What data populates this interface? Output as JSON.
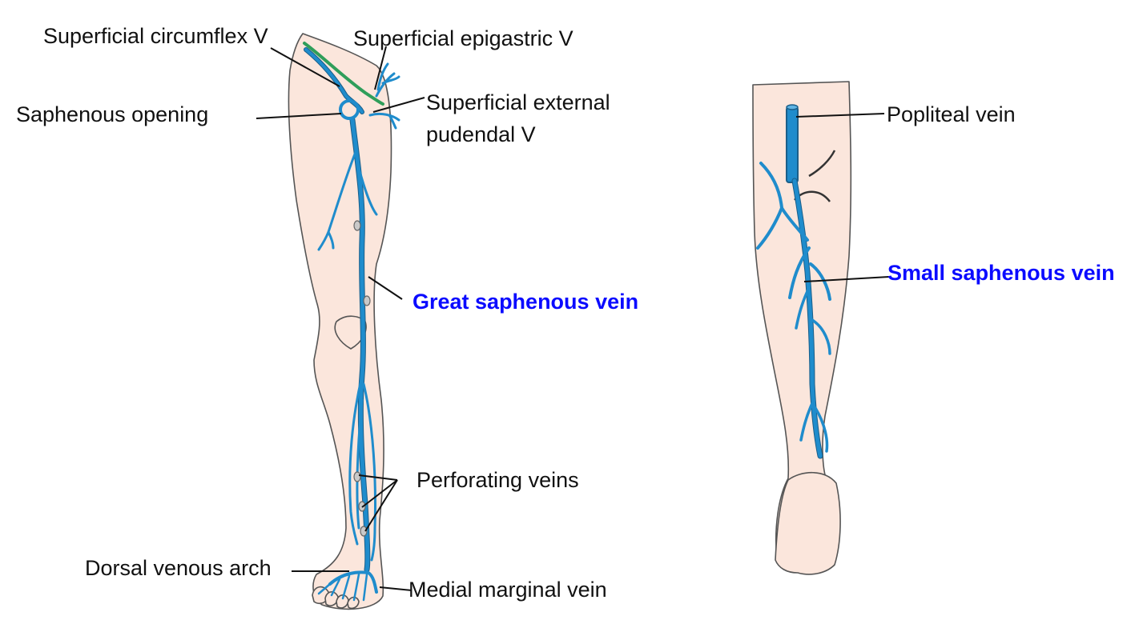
{
  "colors": {
    "vein": "#1f8ccc",
    "vein_outline": "#1a5f8a",
    "superficial_circumflex_vein": "#2f9e5a",
    "highlight_label": "#0b0bff",
    "skin": "#fbe6dc"
  },
  "labels": {
    "superficial_circumflex": "Superficial circumflex V",
    "superficial_epigastric": "Superficial epigastric V",
    "saphenous_opening": "Saphenous opening",
    "superficial_external_pudendal_line1": "Superficial external",
    "superficial_external_pudendal_line2": "pudendal V",
    "great_saphenous": "Great saphenous vein",
    "perforating": "Perforating veins",
    "dorsal_venous_arch": "Dorsal venous arch",
    "medial_marginal": "Medial marginal vein",
    "popliteal": "Popliteal vein",
    "small_saphenous": "Small saphenous vein"
  }
}
